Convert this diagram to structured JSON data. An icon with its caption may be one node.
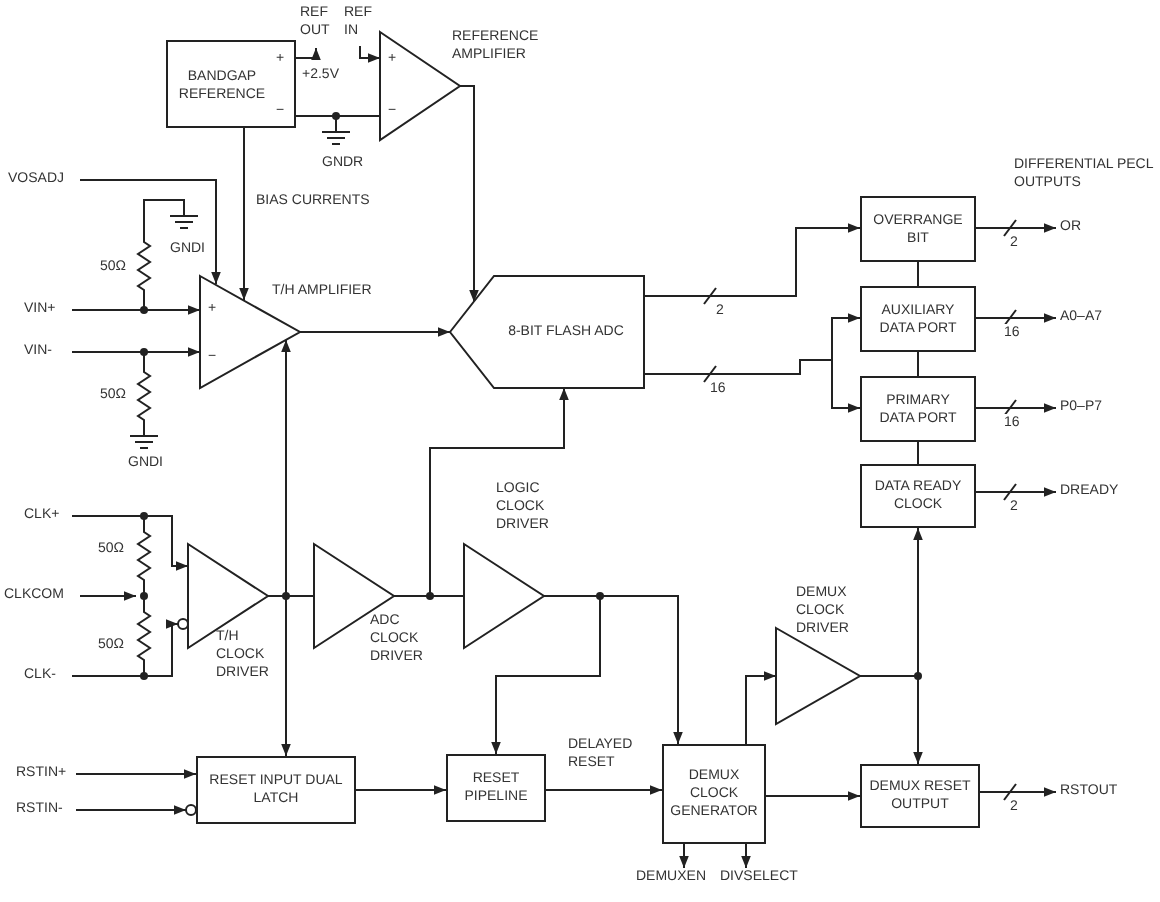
{
  "diagram": {
    "nodes": [
      {
        "text": [
          "BANDGAP REFERENCE",
          "+",
          "−"
        ]
      },
      {
        "text": [
          "REF OUT"
        ]
      },
      {
        "text": [
          "REF IN"
        ]
      },
      {
        "text": [
          "REFERENCE AMPLIFIER",
          "+",
          "−"
        ]
      },
      {
        "text": [
          "VOSADJ"
        ]
      },
      {
        "text": [
          "VIN+"
        ]
      },
      {
        "text": [
          "VIN-"
        ]
      },
      {
        "text": [
          "T/H AMPLIFIER",
          "+",
          "−"
        ]
      },
      {
        "text": [
          "8-BIT FLASH ADC"
        ]
      },
      {
        "text": [
          "OVERRANGE BIT"
        ]
      },
      {
        "text": [
          "AUXILIARY DATA PORT"
        ]
      },
      {
        "text": [
          "PRIMARY DATA PORT"
        ]
      },
      {
        "text": [
          "DATA READY CLOCK"
        ]
      },
      {
        "text": [
          "OR"
        ]
      },
      {
        "text": [
          "A0–A7"
        ]
      },
      {
        "text": [
          "P0–P7"
        ]
      },
      {
        "text": [
          "DREADY"
        ]
      },
      {
        "text": [
          "CLK+"
        ]
      },
      {
        "text": [
          "CLKCOM"
        ]
      },
      {
        "text": [
          "CLK-"
        ]
      },
      {
        "text": [
          "T/H CLOCK DRIVER"
        ]
      },
      {
        "text": [
          "ADC CLOCK DRIVER"
        ]
      },
      {
        "text": [
          "LOGIC CLOCK DRIVER"
        ]
      },
      {
        "text": [
          "DEMUX CLOCK DRIVER"
        ]
      },
      {
        "text": [
          "RSTIN+"
        ]
      },
      {
        "text": [
          "RSTIN-"
        ]
      },
      {
        "text": [
          "RESET INPUT DUAL LATCH"
        ]
      },
      {
        "text": [
          "RESET PIPELINE"
        ]
      },
      {
        "text": [
          "DEMUX CLOCK GENERATOR"
        ]
      },
      {
        "text": [
          "DEMUX RESET OUTPUT"
        ]
      },
      {
        "text": [
          "RSTOUT"
        ]
      },
      {
        "text": [
          "DEMUXEN"
        ]
      },
      {
        "text": [
          "DIVSELECT"
        ]
      }
    ],
    "edges": [
      {
        "from": 0,
        "to": 1,
        "arrow": "to"
      },
      {
        "from": 2,
        "to": 3,
        "arrow": "to"
      },
      {
        "from": 0,
        "to": 3,
        "arrow": "none"
      },
      {
        "from": 3,
        "to": 8,
        "arrow": "to"
      },
      {
        "from": 0,
        "to": 7,
        "arrow": "to",
        "label": "BIAS CURRENTS"
      },
      {
        "from": 4,
        "to": 7,
        "arrow": "to"
      },
      {
        "from": 5,
        "to": 7,
        "arrow": "to"
      },
      {
        "from": 6,
        "to": 7,
        "arrow": "to"
      },
      {
        "from": 7,
        "to": 8,
        "arrow": "to"
      },
      {
        "from": 8,
        "to": 9,
        "arrow": "to",
        "label": "2"
      },
      {
        "from": 8,
        "to": 10,
        "arrow": "to",
        "label": "16"
      },
      {
        "from": 8,
        "to": 11,
        "arrow": "to"
      },
      {
        "from": 9,
        "to": 13,
        "arrow": "to",
        "label": "2"
      },
      {
        "from": 10,
        "to": 14,
        "arrow": "to",
        "label": "16"
      },
      {
        "from": 11,
        "to": 15,
        "arrow": "to",
        "label": "16"
      },
      {
        "from": 12,
        "to": 16,
        "arrow": "to",
        "label": "2"
      },
      {
        "from": 9,
        "to": 10,
        "arrow": "none"
      },
      {
        "from": 10,
        "to": 11,
        "arrow": "none"
      },
      {
        "from": 11,
        "to": 12,
        "arrow": "none"
      },
      {
        "from": 17,
        "to": 20,
        "arrow": "to"
      },
      {
        "from": 18,
        "to": 20,
        "arrow": "to"
      },
      {
        "from": 19,
        "to": 20,
        "arrow": "to"
      },
      {
        "from": 20,
        "to": 7,
        "arrow": "to"
      },
      {
        "from": 20,
        "to": 26,
        "arrow": "to"
      },
      {
        "from": 20,
        "to": 21,
        "arrow": "none"
      },
      {
        "from": 21,
        "to": 8,
        "arrow": "to"
      },
      {
        "from": 21,
        "to": 22,
        "arrow": "none"
      },
      {
        "from": 22,
        "to": 28,
        "arrow": "to"
      },
      {
        "from": 22,
        "to": 27,
        "arrow": "to"
      },
      {
        "from": 24,
        "to": 26,
        "arrow": "to"
      },
      {
        "from": 25,
        "to": 26,
        "arrow": "to"
      },
      {
        "from": 26,
        "to": 27,
        "arrow": "to"
      },
      {
        "from": 27,
        "to": 28,
        "arrow": "to",
        "label": "DELAYED RESET"
      },
      {
        "from": 28,
        "to": 23,
        "arrow": "to"
      },
      {
        "from": 23,
        "to": 12,
        "arrow": "to"
      },
      {
        "from": 23,
        "to": 29,
        "arrow": "to"
      },
      {
        "from": 28,
        "to": 29,
        "arrow": "to"
      },
      {
        "from": 28,
        "to": 31,
        "arrow": "to"
      },
      {
        "from": 28,
        "to": 32,
        "arrow": "to"
      },
      {
        "from": 29,
        "to": 30,
        "arrow": "to",
        "label": "2"
      }
    ],
    "labels": [
      "+2.5V",
      "GNDR",
      "GNDI",
      "50Ω",
      "50Ω",
      "GNDI",
      "DIFFERENTIAL PECL OUTPUTS",
      "50Ω",
      "50Ω"
    ]
  }
}
